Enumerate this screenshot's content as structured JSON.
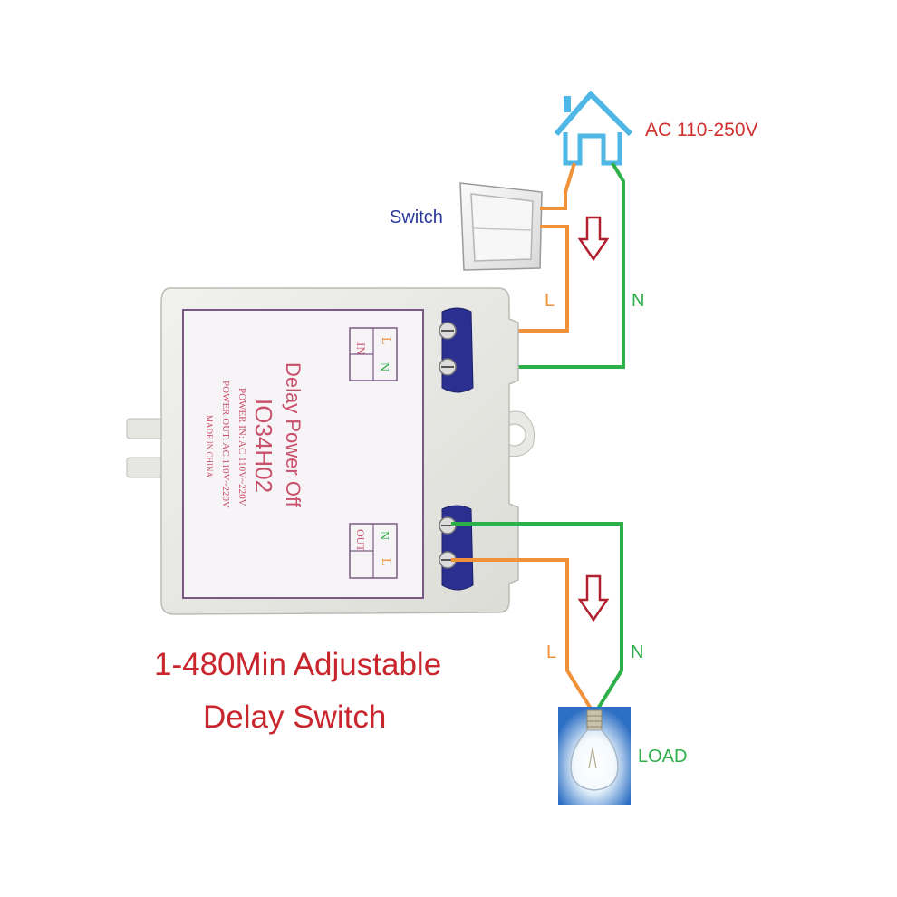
{
  "colors": {
    "live_wire": "#F0923A",
    "neutral_wire": "#2DB04A",
    "title_red": "#C9252C",
    "switch_label": "#2B3A9A",
    "ac_label": "#D0312D",
    "load_label": "#2DB04A",
    "house_outline": "#4FB7E6",
    "device_print": "#C8506A",
    "terminal_blue": "#2B2F8F"
  },
  "labels": {
    "ac_supply": "AC 110-250V",
    "switch": "Switch",
    "live_top": "L",
    "neutral_top": "N",
    "live_bottom": "L",
    "neutral_bottom": "N",
    "load": "LOAD"
  },
  "device": {
    "name": "Delay Power Off",
    "model": "IO34H02",
    "power_in": "POWER IN: AC 110V~220V",
    "power_out": "POWER OUT: AC 110V~220V",
    "made_in": "MADE IN CHINA",
    "in_block": {
      "label": "IN",
      "terminal_1": "L",
      "terminal_2": "N"
    },
    "out_block": {
      "label": "OUT",
      "terminal_1": "N",
      "terminal_2": "L"
    }
  },
  "caption": {
    "line1": "1-480Min Adjustable",
    "line2": "Delay Switch"
  },
  "icons": {
    "house": "house-icon",
    "switch": "wall-switch-icon",
    "arrow": "down-arrow-icon",
    "bulb": "light-bulb-icon"
  }
}
